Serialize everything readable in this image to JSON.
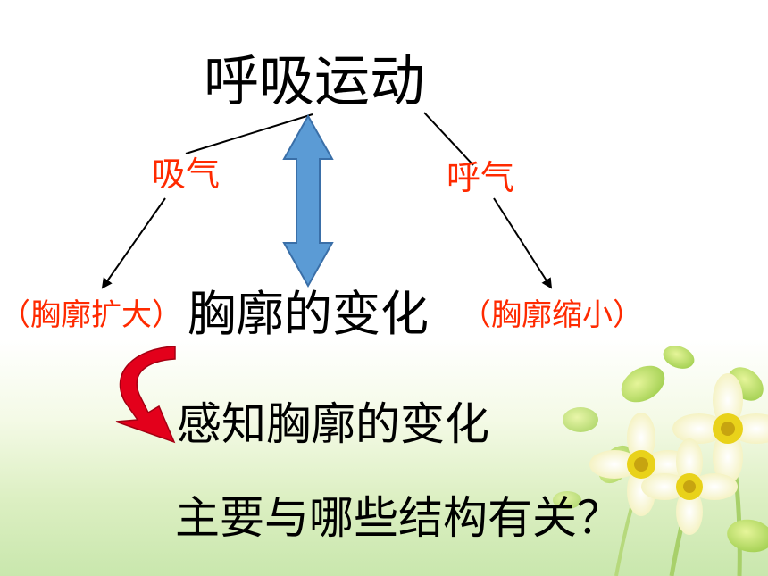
{
  "title": "呼吸运动",
  "inhale": "吸气",
  "exhale": "呼气",
  "expand": "（胸廓扩大）",
  "center": "胸廓的变化",
  "shrink": "（胸廓缩小）",
  "perceive": "感知胸廓的变化",
  "question": "主要与哪些结构有关？",
  "colors": {
    "label_red": "#ff2a00",
    "double_arrow": "#5b9bd5",
    "curved_arrow": "#e3001b"
  }
}
